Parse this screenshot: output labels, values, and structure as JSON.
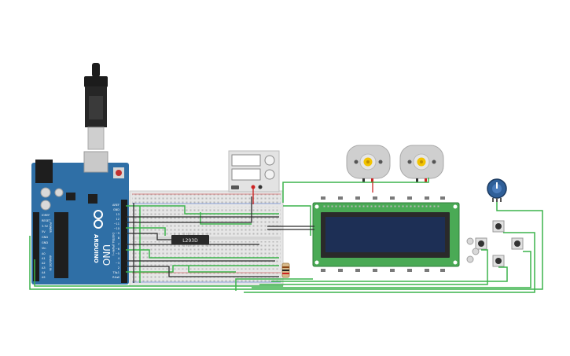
{
  "arduino": {
    "brand": "ARDUINO",
    "model": "UNO",
    "power_header_label": "POWER",
    "analog_header_label": "ANALOG IN",
    "digital_header_label": "DIGITAL (PWM~)",
    "reset_label": "RESET",
    "pin_ioref": "IOREF",
    "pin_reset": "RESET",
    "pin_3v3": "3.3V",
    "pin_5v": "5V",
    "pin_gnd1": "GND",
    "pin_gnd2": "GND",
    "pin_vin": "Vin",
    "pin_a0": "A0",
    "pin_a1": "A1",
    "pin_a2": "A2",
    "pin_a3": "A3",
    "pin_a4": "A4",
    "pin_a5": "A5",
    "pin_aref": "AREF",
    "pin_gnd_top": "GND",
    "pin_d13": "13",
    "pin_d12": "12",
    "pin_d11": "~11",
    "pin_d10": "~10",
    "pin_d9": "~9",
    "pin_d8": "8",
    "pin_d7": "7",
    "pin_d6": "~6",
    "pin_d5": "~5",
    "pin_d4": "4",
    "pin_d3": "~3",
    "pin_d2": "2",
    "pin_tx": "TX▸1",
    "pin_rx": "RX◂0"
  },
  "driver_chip": {
    "label": "L293D"
  },
  "lcd": {
    "module": "16x2 LCD"
  },
  "colors": {
    "wire_green": "#3cb44b",
    "wire_black": "#2b2b2b",
    "wire_red": "#cc2222",
    "arduino_blue": "#2f6fa6",
    "lcd_green": "#4aaa55",
    "lcd_screen": "#1d2f55",
    "motor_gray": "#c9c9c9",
    "motor_shaft": "#f2c300",
    "pot_blue": "#2f5f98"
  },
  "icons": {
    "usb_cable": "usb-cable-icon",
    "motor": "dc-motor-icon",
    "potentiometer": "potentiometer-icon",
    "pushbutton": "pushbutton-icon",
    "power_supply": "power-supply-icon",
    "resistor": "resistor-icon"
  }
}
